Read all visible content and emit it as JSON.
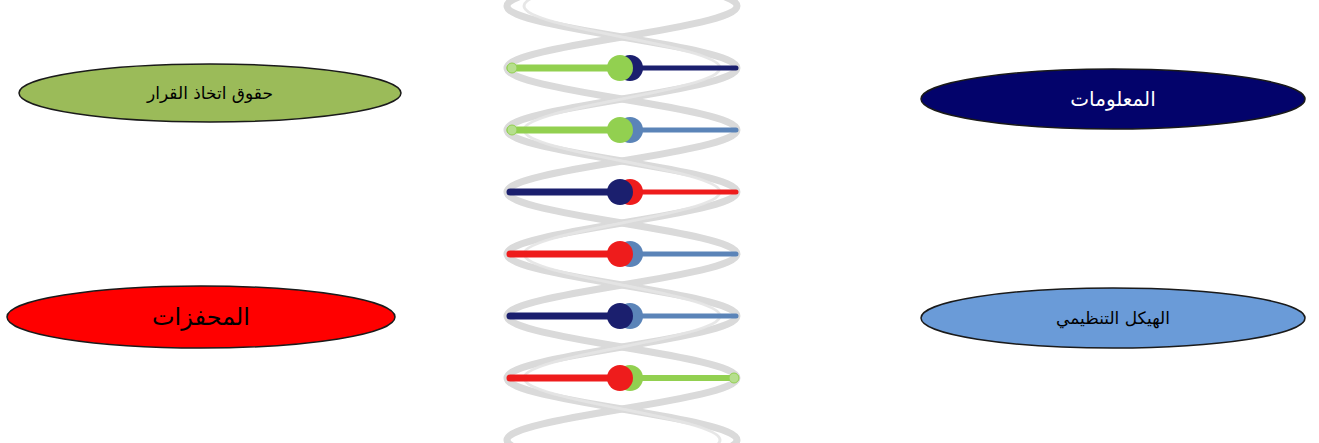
{
  "diagram": {
    "nodes": [
      {
        "text": [
          "المعلومات"
        ]
      },
      {
        "text": [
          "حقوق اتخاذ القرار"
        ]
      },
      {
        "text": [
          "الهيكل التنظيمي"
        ]
      },
      {
        "text": [
          "المحفزات"
        ]
      }
    ]
  }
}
